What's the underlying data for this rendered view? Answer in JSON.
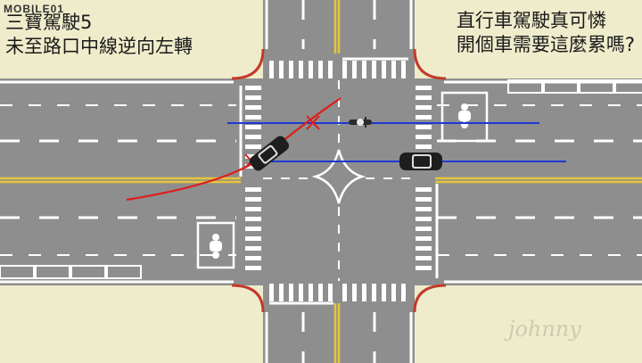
{
  "logo": "MOBILE01",
  "caption_left": [
    "三寶駕駛5",
    "未至路口中線逆向左轉"
  ],
  "caption_right": [
    "直行車駕駛真可憐",
    "開個車需要這麼累嗎?"
  ],
  "watermark": "johnny",
  "colors": {
    "ground": "#efeccc",
    "road": "#8e8e8e",
    "marking": "#ffffff",
    "center_line": "#e7c43a",
    "curb": "#c23a2a",
    "trajectory": "#e01b1b",
    "sight_line": "#1c39d4"
  },
  "icons": [
    "scooter-icon",
    "car-icon",
    "motorcycle-icon",
    "cross-mark-icon"
  ]
}
